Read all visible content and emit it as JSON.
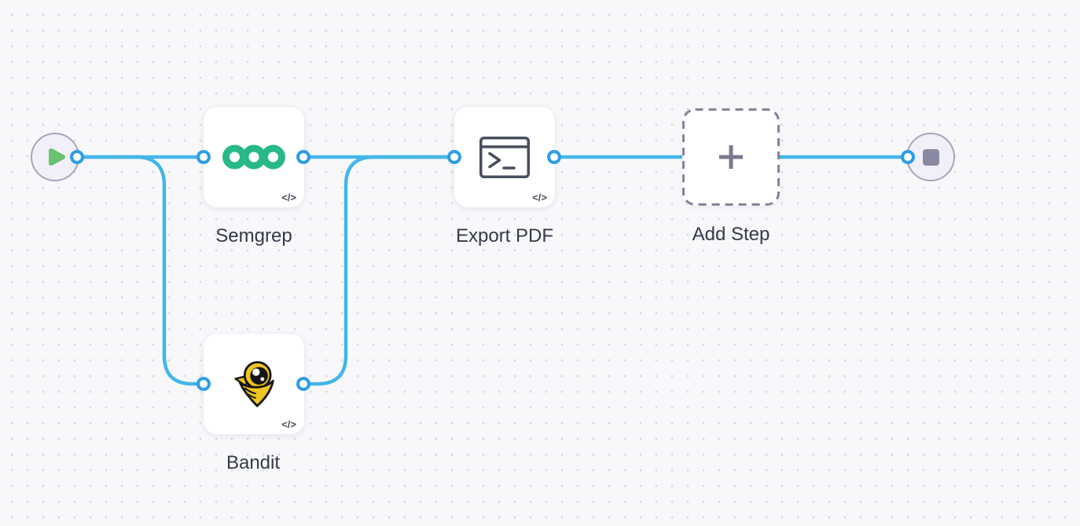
{
  "canvas": {
    "background_color": "#f8f8fb",
    "dot_color": "#d7d7e0",
    "edge_color": "#44b6e8",
    "port_color": "#2d9de6",
    "label_color": "#333a48"
  },
  "nodes": {
    "start": {
      "kind": "start-trigger",
      "icon": "play-icon"
    },
    "semgrep": {
      "label": "Semgrep",
      "badge": "</>",
      "icon": "semgrep-logo"
    },
    "bandit": {
      "label": "Bandit",
      "badge": "</>",
      "icon": "bandit-logo"
    },
    "export_pdf": {
      "label": "Export PDF",
      "badge": "</>",
      "icon": "terminal-icon"
    },
    "add_step": {
      "label": "Add Step",
      "icon": "plus-icon"
    },
    "end": {
      "kind": "end-terminator",
      "icon": "stop-icon"
    }
  },
  "edges": [
    {
      "from": "start",
      "to": "semgrep"
    },
    {
      "from": "start",
      "to": "bandit"
    },
    {
      "from": "semgrep",
      "to": "export_pdf"
    },
    {
      "from": "bandit",
      "to": "export_pdf"
    },
    {
      "from": "export_pdf",
      "to": "add_step"
    },
    {
      "from": "add_step",
      "to": "end"
    }
  ]
}
